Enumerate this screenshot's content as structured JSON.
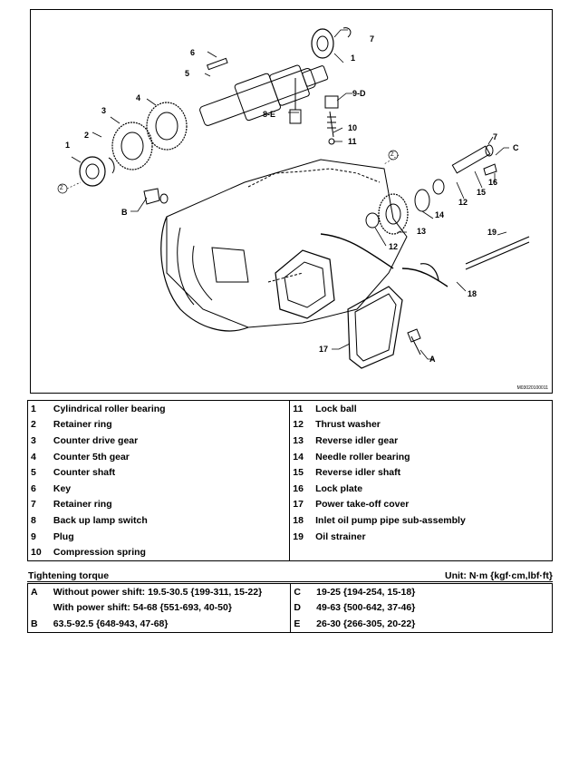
{
  "figure": {
    "code": "M03020100011",
    "callouts": [
      "1",
      "2",
      "3",
      "4",
      "5",
      "6",
      "7",
      "8-E",
      "9-D",
      "10",
      "11",
      "Z",
      "7",
      "C",
      "16",
      "15",
      "12",
      "14",
      "13",
      "12",
      "19",
      "18",
      "B",
      "17",
      "A",
      "1",
      "Z",
      "Z"
    ]
  },
  "parts": {
    "left": [
      {
        "num": "1",
        "name": "Cylindrical roller bearing"
      },
      {
        "num": "2",
        "name": "Retainer ring"
      },
      {
        "num": "3",
        "name": "Counter drive gear"
      },
      {
        "num": "4",
        "name": "Counter 5th gear"
      },
      {
        "num": "5",
        "name": "Counter shaft"
      },
      {
        "num": "6",
        "name": "Key"
      },
      {
        "num": "7",
        "name": "Retainer ring"
      },
      {
        "num": "8",
        "name": "Back up lamp switch"
      },
      {
        "num": "9",
        "name": "Plug"
      },
      {
        "num": "10",
        "name": "Compression spring"
      }
    ],
    "right": [
      {
        "num": "11",
        "name": "Lock ball"
      },
      {
        "num": "12",
        "name": "Thrust washer"
      },
      {
        "num": "13",
        "name": "Reverse idler gear"
      },
      {
        "num": "14",
        "name": "Needle roller bearing"
      },
      {
        "num": "15",
        "name": "Reverse idler shaft"
      },
      {
        "num": "16",
        "name": "Lock plate"
      },
      {
        "num": "17",
        "name": "Power take-off cover"
      },
      {
        "num": "18",
        "name": "Inlet oil pump pipe sub-assembly"
      },
      {
        "num": "19",
        "name": "Oil strainer"
      },
      {
        "num": "",
        "name": ""
      }
    ]
  },
  "torque": {
    "title": "Tightening torque",
    "unit": "Unit: N·m {kgf·cm,lbf·ft}",
    "rows": [
      {
        "lcode": "A",
        "lval": "Without power shift: 19.5-30.5 {199-311, 15-22}",
        "rcode": "C",
        "rval": "19-25 {194-254, 15-18}"
      },
      {
        "lcode": "",
        "lval": "With power shift: 54-68 {551-693, 40-50}",
        "rcode": "D",
        "rval": "49-63 {500-642, 37-46}"
      },
      {
        "lcode": "B",
        "lval": "63.5-92.5 {648-943, 47-68}",
        "rcode": "E",
        "rval": "26-30 {266-305, 20-22}"
      }
    ]
  }
}
